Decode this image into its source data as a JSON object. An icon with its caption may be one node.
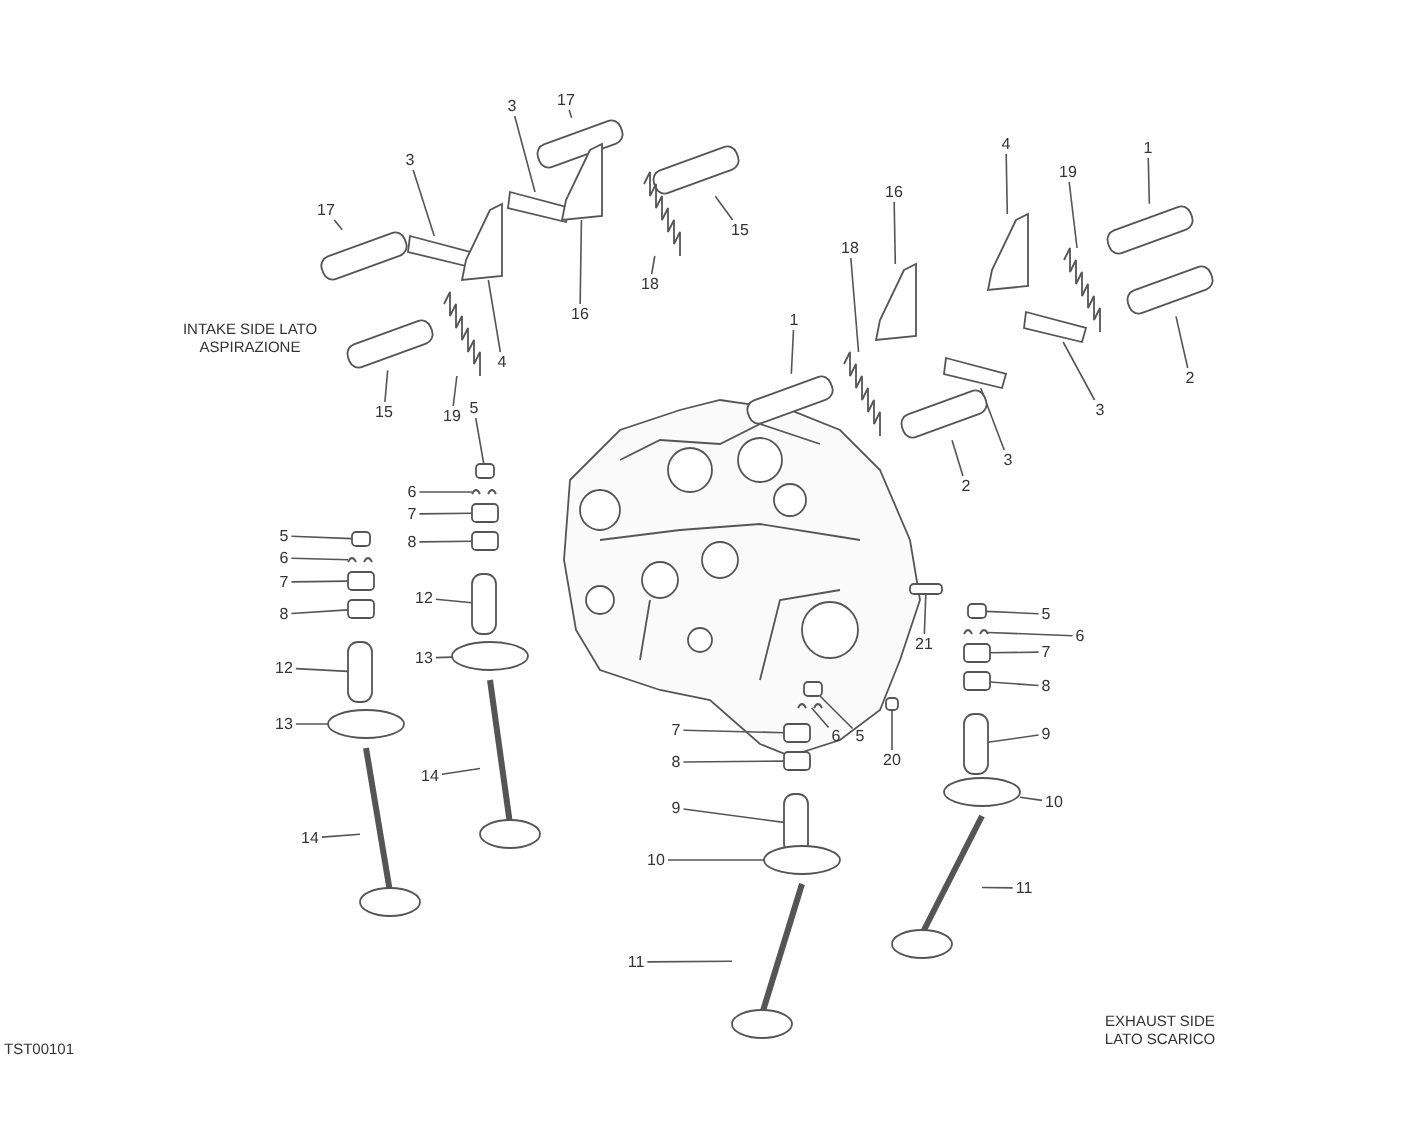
{
  "diagram": {
    "nodes": [
      {
        "text": [
          "17"
        ]
      },
      {
        "text": [
          "3"
        ]
      },
      {
        "text": [
          "3"
        ]
      },
      {
        "text": [
          "17"
        ]
      },
      {
        "text": [
          "15"
        ]
      },
      {
        "text": [
          "18"
        ]
      },
      {
        "text": [
          "16"
        ]
      },
      {
        "text": [
          "4"
        ]
      },
      {
        "text": [
          "19"
        ]
      },
      {
        "text": [
          "15"
        ]
      },
      {
        "text": [
          "16"
        ]
      },
      {
        "text": [
          "18"
        ]
      },
      {
        "text": [
          "1"
        ]
      },
      {
        "text": [
          "4"
        ]
      },
      {
        "text": [
          "19"
        ]
      },
      {
        "text": [
          "1"
        ]
      },
      {
        "text": [
          "2"
        ]
      },
      {
        "text": [
          "3"
        ]
      },
      {
        "text": [
          "3"
        ]
      },
      {
        "text": [
          "2"
        ]
      },
      {
        "text": [
          "5"
        ]
      },
      {
        "text": [
          "6"
        ]
      },
      {
        "text": [
          "7"
        ]
      },
      {
        "text": [
          "8"
        ]
      },
      {
        "text": [
          "12"
        ]
      },
      {
        "text": [
          "13"
        ]
      },
      {
        "text": [
          "14"
        ]
      },
      {
        "text": [
          "5"
        ]
      },
      {
        "text": [
          "6"
        ]
      },
      {
        "text": [
          "7"
        ]
      },
      {
        "text": [
          "8"
        ]
      },
      {
        "text": [
          "12"
        ]
      },
      {
        "text": [
          "13"
        ]
      },
      {
        "text": [
          "14"
        ]
      },
      {
        "text": [
          "21"
        ]
      },
      {
        "text": [
          "5"
        ]
      },
      {
        "text": [
          "6"
        ]
      },
      {
        "text": [
          "7"
        ]
      },
      {
        "text": [
          "8"
        ]
      },
      {
        "text": [
          "9"
        ]
      },
      {
        "text": [
          "10"
        ]
      },
      {
        "text": [
          "11"
        ]
      },
      {
        "text": [
          "7"
        ]
      },
      {
        "text": [
          "6"
        ]
      },
      {
        "text": [
          "5"
        ]
      },
      {
        "text": [
          "20"
        ]
      },
      {
        "text": [
          "8"
        ]
      },
      {
        "text": [
          "9"
        ]
      },
      {
        "text": [
          "10"
        ]
      },
      {
        "text": [
          "11"
        ]
      },
      {
        "text": [],
        "shape": "cylinder"
      },
      {
        "text": [],
        "shape": "bar"
      },
      {
        "text": [],
        "shape": "bar"
      },
      {
        "text": [],
        "shape": "cylinder"
      },
      {
        "text": [],
        "shape": "cylinder"
      },
      {
        "text": [],
        "shape": "picture"
      },
      {
        "text": [],
        "shape": "picture"
      },
      {
        "text": [],
        "shape": "picture"
      },
      {
        "text": [],
        "shape": "picture"
      },
      {
        "text": [],
        "shape": "cylinder"
      },
      {
        "text": [],
        "shape": "picture"
      },
      {
        "text": [],
        "shape": "picture"
      },
      {
        "text": [],
        "shape": "cylinder"
      },
      {
        "text": [],
        "shape": "picture"
      },
      {
        "text": [],
        "shape": "picture"
      },
      {
        "text": [],
        "shape": "cylinder"
      },
      {
        "text": [],
        "shape": "cylinder"
      },
      {
        "text": [],
        "shape": "bar"
      },
      {
        "text": [],
        "shape": "bar"
      },
      {
        "text": [],
        "shape": "cylinder"
      },
      {
        "text": [],
        "shape": "box"
      },
      {
        "text": [],
        "shape": "picture"
      },
      {
        "text": [],
        "shape": "box"
      },
      {
        "text": [],
        "shape": "box"
      },
      {
        "text": [],
        "shape": "cylinder"
      },
      {
        "text": [],
        "shape": "circle"
      },
      {
        "text": [],
        "shape": "picture"
      },
      {
        "text": [],
        "shape": "box"
      },
      {
        "text": [],
        "shape": "picture"
      },
      {
        "text": [],
        "shape": "box"
      },
      {
        "text": [],
        "shape": "box"
      },
      {
        "text": [],
        "shape": "cylinder"
      },
      {
        "text": [],
        "shape": "circle"
      },
      {
        "text": [],
        "shape": "picture"
      },
      {
        "text": [],
        "shape": "box"
      },
      {
        "text": [],
        "shape": "box"
      },
      {
        "text": [],
        "shape": "picture"
      },
      {
        "text": [],
        "shape": "box"
      },
      {
        "text": [],
        "shape": "box"
      },
      {
        "text": [],
        "shape": "cylinder"
      },
      {
        "text": [],
        "shape": "circle"
      },
      {
        "text": [],
        "shape": "picture"
      },
      {
        "text": [],
        "shape": "box"
      },
      {
        "text": [],
        "shape": "picture"
      },
      {
        "text": [],
        "shape": "box"
      },
      {
        "text": [],
        "shape": "box"
      },
      {
        "text": [],
        "shape": "box"
      },
      {
        "text": [],
        "shape": "cylinder"
      },
      {
        "text": [],
        "shape": "circle"
      },
      {
        "text": [],
        "shape": "picture"
      }
    ],
    "edges": [
      {
        "from": 0,
        "to": 50,
        "arrow": "none"
      },
      {
        "from": 1,
        "to": 51,
        "arrow": "none"
      },
      {
        "from": 2,
        "to": 52,
        "arrow": "none"
      },
      {
        "from": 3,
        "to": 53,
        "arrow": "none"
      },
      {
        "from": 4,
        "to": 54,
        "arrow": "none"
      },
      {
        "from": 5,
        "to": 55,
        "arrow": "none"
      },
      {
        "from": 6,
        "to": 56,
        "arrow": "none"
      },
      {
        "from": 7,
        "to": 57,
        "arrow": "none"
      },
      {
        "from": 8,
        "to": 58,
        "arrow": "none"
      },
      {
        "from": 9,
        "to": 59,
        "arrow": "none"
      },
      {
        "from": 10,
        "to": 60,
        "arrow": "none"
      },
      {
        "from": 11,
        "to": 61,
        "arrow": "none"
      },
      {
        "from": 12,
        "to": 62,
        "arrow": "none"
      },
      {
        "from": 13,
        "to": 63,
        "arrow": "none"
      },
      {
        "from": 14,
        "to": 64,
        "arrow": "none"
      },
      {
        "from": 15,
        "to": 65,
        "arrow": "none"
      },
      {
        "from": 16,
        "to": 66,
        "arrow": "none"
      },
      {
        "from": 17,
        "to": 67,
        "arrow": "none"
      },
      {
        "from": 18,
        "to": 68,
        "arrow": "none"
      },
      {
        "from": 19,
        "to": 69,
        "arrow": "none"
      },
      {
        "from": 20,
        "to": 70,
        "arrow": "none"
      },
      {
        "from": 21,
        "to": 71,
        "arrow": "none"
      },
      {
        "from": 22,
        "to": 72,
        "arrow": "none"
      },
      {
        "from": 23,
        "to": 73,
        "arrow": "none"
      },
      {
        "from": 24,
        "to": 74,
        "arrow": "none"
      },
      {
        "from": 25,
        "to": 75,
        "arrow": "none"
      },
      {
        "from": 26,
        "to": 76,
        "arrow": "none"
      },
      {
        "from": 27,
        "to": 77,
        "arrow": "none"
      },
      {
        "from": 28,
        "to": 78,
        "arrow": "none"
      },
      {
        "from": 29,
        "to": 79,
        "arrow": "none"
      },
      {
        "from": 30,
        "to": 80,
        "arrow": "none"
      },
      {
        "from": 31,
        "to": 81,
        "arrow": "none"
      },
      {
        "from": 32,
        "to": 82,
        "arrow": "none"
      },
      {
        "from": 33,
        "to": 83,
        "arrow": "none"
      },
      {
        "from": 34,
        "to": 84,
        "arrow": "none"
      },
      {
        "from": 35,
        "to": 85,
        "arrow": "none"
      },
      {
        "from": 36,
        "to": 86,
        "arrow": "none"
      },
      {
        "from": 37,
        "to": 87,
        "arrow": "none"
      },
      {
        "from": 38,
        "to": 88,
        "arrow": "none"
      },
      {
        "from": 39,
        "to": 89,
        "arrow": "none"
      },
      {
        "from": 40,
        "to": 90,
        "arrow": "none"
      },
      {
        "from": 41,
        "to": 91,
        "arrow": "none"
      },
      {
        "from": 42,
        "to": 92,
        "arrow": "none"
      },
      {
        "from": 43,
        "to": 93,
        "arrow": "none"
      },
      {
        "from": 44,
        "to": 94,
        "arrow": "none"
      },
      {
        "from": 45,
        "to": 95,
        "arrow": "none"
      },
      {
        "from": 46,
        "to": 96,
        "arrow": "none"
      },
      {
        "from": 47,
        "to": 97,
        "arrow": "none"
      },
      {
        "from": 48,
        "to": 98,
        "arrow": "none"
      },
      {
        "from": 49,
        "to": 99,
        "arrow": "none"
      }
    ],
    "labels": [
      "INTAKE SIDE LATO ASPIRAZIONE",
      "EXHAUST SIDE LATO SCARICO",
      "TST00101"
    ]
  }
}
